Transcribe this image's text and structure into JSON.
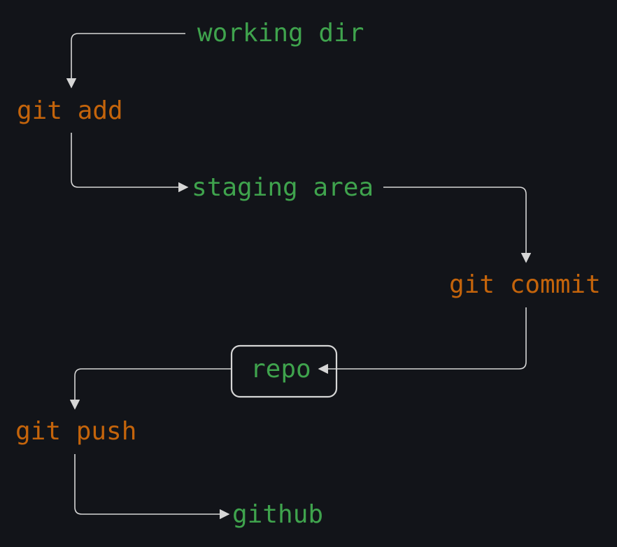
{
  "diagram": {
    "nodes": {
      "working_dir": "working dir",
      "git_add": "git add",
      "staging_area": "staging area",
      "git_commit": "git commit",
      "repo": "repo",
      "git_push": "git push",
      "github": "github"
    },
    "edges": [
      {
        "from": "working dir",
        "to": "git add"
      },
      {
        "from": "git add",
        "to": "staging area"
      },
      {
        "from": "staging area",
        "to": "git commit"
      },
      {
        "from": "git commit",
        "to": "repo"
      },
      {
        "from": "repo",
        "to": "git push"
      },
      {
        "from": "git push",
        "to": "github"
      }
    ],
    "colors": {
      "background": "#121419",
      "state_text": "#3fa34d",
      "command_text": "#c4640b",
      "connector": "#d6d6d6"
    }
  }
}
